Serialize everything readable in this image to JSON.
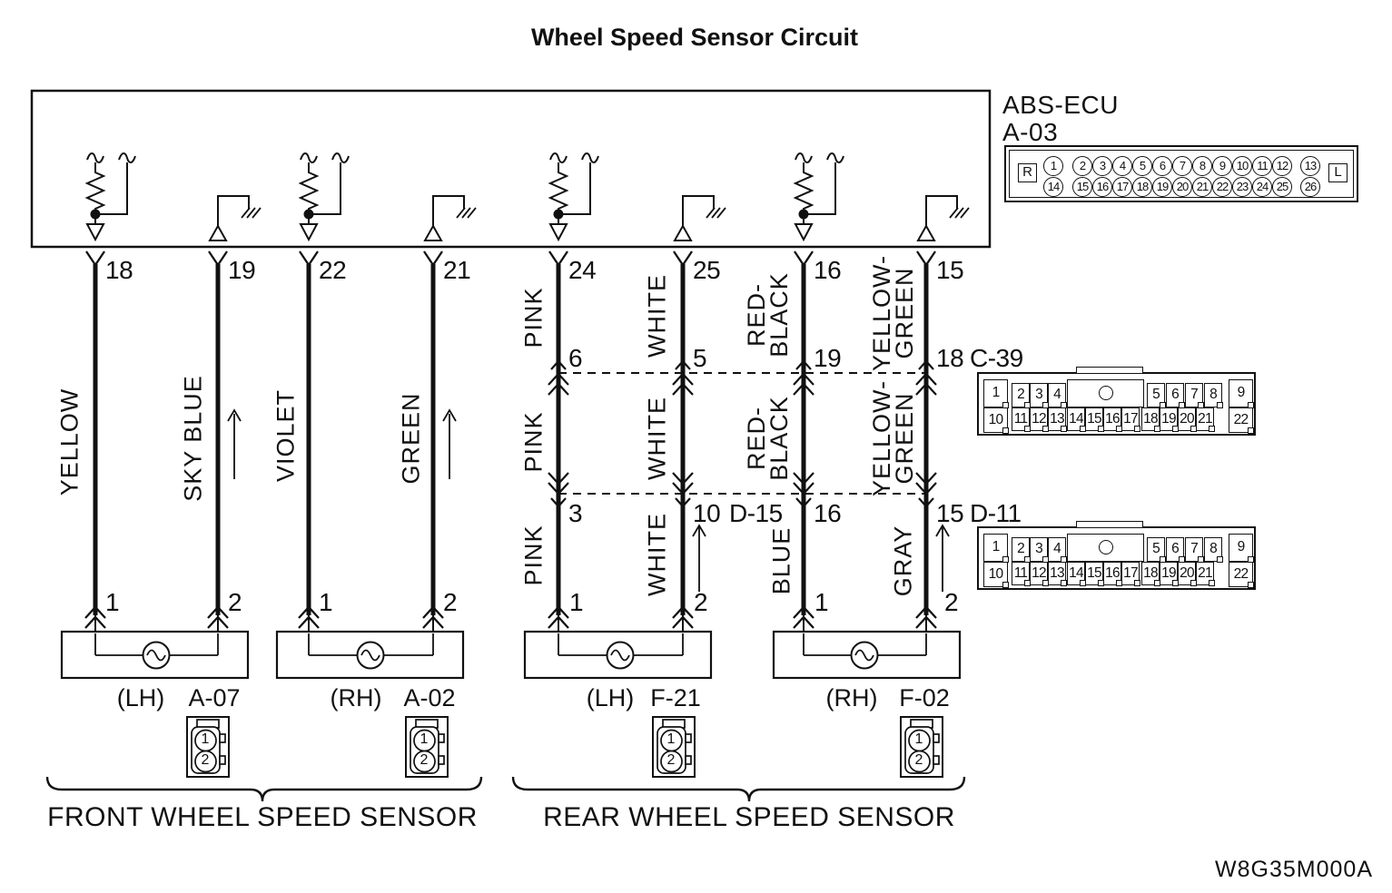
{
  "title": "Wheel Speed Sensor Circuit",
  "ecu": {
    "name": "ABS-ECU",
    "connector": "A-03",
    "left_marker": "R",
    "right_marker": "L",
    "row1": [
      "1",
      "2",
      "3",
      "4",
      "5",
      "6",
      "7",
      "8",
      "9",
      "10",
      "11",
      "12",
      "13"
    ],
    "row2": [
      "14",
      "15",
      "16",
      "17",
      "18",
      "19",
      "20",
      "21",
      "22",
      "23",
      "24",
      "25",
      "26"
    ]
  },
  "labels": {
    "c39": "C-39",
    "d15": "D-15",
    "d11": "D-11"
  },
  "connectors": {
    "c39": {
      "row1": [
        "1",
        "2",
        "3",
        "4",
        "5",
        "6",
        "7",
        "8",
        "9"
      ],
      "row2": [
        "10",
        "11",
        "12",
        "13",
        "14",
        "15",
        "16",
        "17",
        "18",
        "19",
        "20",
        "21",
        "22"
      ]
    },
    "d11": {
      "row1": [
        "1",
        "2",
        "3",
        "4",
        "5",
        "6",
        "7",
        "8",
        "9"
      ],
      "row2": [
        "10",
        "11",
        "12",
        "13",
        "14",
        "15",
        "16",
        "17",
        "18",
        "19",
        "20",
        "21",
        "22"
      ]
    }
  },
  "pins": {
    "ecu": [
      "18",
      "19",
      "22",
      "21",
      "24",
      "25",
      "16",
      "15"
    ],
    "c39_row": [
      "6",
      "5",
      "19",
      "18"
    ],
    "junction2_row": [
      "3",
      "10",
      "16",
      "15"
    ],
    "sensor": [
      "1",
      "2",
      "1",
      "2",
      "1",
      "2",
      "1",
      "2"
    ]
  },
  "colors": {
    "w1": "YELLOW",
    "w2": "SKY BLUE",
    "w3": "VIOLET",
    "w4": "GREEN",
    "w5_top": "PINK",
    "w6_top": "WHITE",
    "w7_top1": "RED-",
    "w7_top2": "BLACK",
    "w8_top1": "YELLOW-",
    "w8_top2": "GREEN",
    "w5_mid": "PINK",
    "w6_mid": "WHITE",
    "w7_mid1": "RED-",
    "w7_mid2": "BLACK",
    "w8_mid1": "YELLOW-",
    "w8_mid2": "GREEN",
    "w5_bot": "PINK",
    "w6_bot": "WHITE",
    "w7_bot": "BLUE",
    "w8_bot": "GRAY"
  },
  "sensors": [
    {
      "side": "(LH)",
      "code": "A-07",
      "pin1": "1",
      "pin2": "2"
    },
    {
      "side": "(RH)",
      "code": "A-02",
      "pin1": "1",
      "pin2": "2"
    },
    {
      "side": "(LH)",
      "code": "F-21",
      "pin1": "1",
      "pin2": "2"
    },
    {
      "side": "(RH)",
      "code": "F-02",
      "pin1": "1",
      "pin2": "2"
    }
  ],
  "groups": {
    "front": "FRONT WHEEL SPEED SENSOR",
    "rear": "REAR WHEEL SPEED SENSOR"
  },
  "doc_code": "W8G35M000A"
}
